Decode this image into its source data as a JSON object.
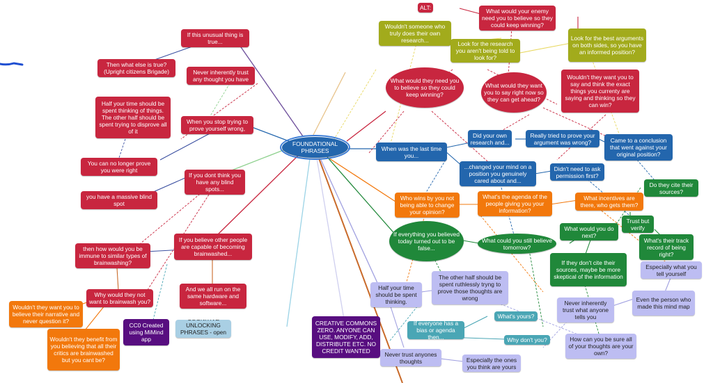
{
  "colors": {
    "red": "#c8263f",
    "green": "#20883a",
    "blue": "#2366ad",
    "olive": "#a2ab1c",
    "orange": "#f2780c",
    "teal": "#4aa6b5",
    "lavender": "#bdbdf2",
    "purple": "#580e80",
    "light_blue": "#a9cfe4",
    "canvas": "#ffffff"
  },
  "nodes": {
    "root": "FOUNDATIONAL PHRASES",
    "alt": "ALT:",
    "enemy": "What would your enemy need you to believe so they could keep winning?",
    "truly_research": "Wouldn't someone who truly does their own research...",
    "best_args": "Look for the best arguments on both sides, so you have an informed position?",
    "look_research": "Look for the research you aren't being told to look for?",
    "need_believe": "What would they need you to believe so they could keep winning?",
    "want_say": "What would they want you to say right now so they can get ahead?",
    "think_exact": "Wouldn't they want you to say and think the exact things you currenty are saying and thinking so they can win?",
    "when_last": "When was the last time you...",
    "did_research": "Did your own research and...",
    "tried_prove": "Really tried to prove your argument was wrong?",
    "came_conclusion": "Came to a conclusion that went against your original position?",
    "changed_mind": "...changed your mind on a position you genuinely cared about and...",
    "didnt_ask": "Didn't need to ask permission first?",
    "cite_sources": "Do they cite their sources?",
    "who_wins": "Who wins by you not being able to change your opinion?",
    "agenda": "What's the agenda of the people giving you your information?",
    "incentives": "What incentives are there, who gets them?",
    "trust_verify": "Trust but verify",
    "what_next": "What would you do next?",
    "track_record": "What's their track record of being right?",
    "everything_false": "If everything you believed today turned out to be false...",
    "believe_tomorrow": "What could you still believe tomorrow?",
    "dont_cite": "If they don't cite their sources, maybe be more skeptical of the information",
    "especially_yourself": "Especially what you tell yourself",
    "half_spent": "Half your time should be spent thinking.",
    "other_half": "The other half should be spent ruthlessly tryng to prove those thoughts are wrong",
    "never_tells": "Never inherently trust what anyone tells you",
    "made_map": "Even the person who made this mind map",
    "whats_yours": "What's yours?",
    "bias_agenda": "If everyone has a bias or agenda then...",
    "why_dont": "Why don't you?",
    "be_sure": "How can you be sure all of your thoughts are your own?",
    "never_thoughts": "Never trust anyones thoughts",
    "especially_yours": "Especially the ones you think are yours",
    "cc_license": "CREATIVE COMMONS ZERO. ANYONE CAN USE, MODIFY, ADD, DISTRIBUTE ETC. NO CREDIT WANTED",
    "unusual": "If this unusual thing is true...",
    "what_else": "Then what else is true? (Upright citizens Brigade)",
    "never_thought": "Never inherently trust any thought you have",
    "half_thinking": "Half your time should be spent thinking of things. The other half should be spent trying to disprove all of it",
    "stop_trying": "When you stop trying to prove yourself wrong,",
    "no_longer": "You can no longer prove you were right",
    "blind_spots": "If you dont think you have any blind spots...",
    "massive": "you have a massive blind spot",
    "believe_others": "If you believe other people are capable of becoming brainwashed...",
    "immune": "then how would you be immune to similar types of brainwashing?",
    "same_hardware": "And we all run on the same hardware and software...",
    "brainwash_you": "Why would they not want to brainwash you?",
    "narrative": "Wouldn't they want you to believe their narrative and never question it?",
    "benefit": "Wouldn't they benefit from you believing that all their critics are brainwashed but you cant be?",
    "cc0": "CC0 Created using MiMind app",
    "cognitive": "COGNITIVE UNLOCKING PHRASES - open source"
  }
}
